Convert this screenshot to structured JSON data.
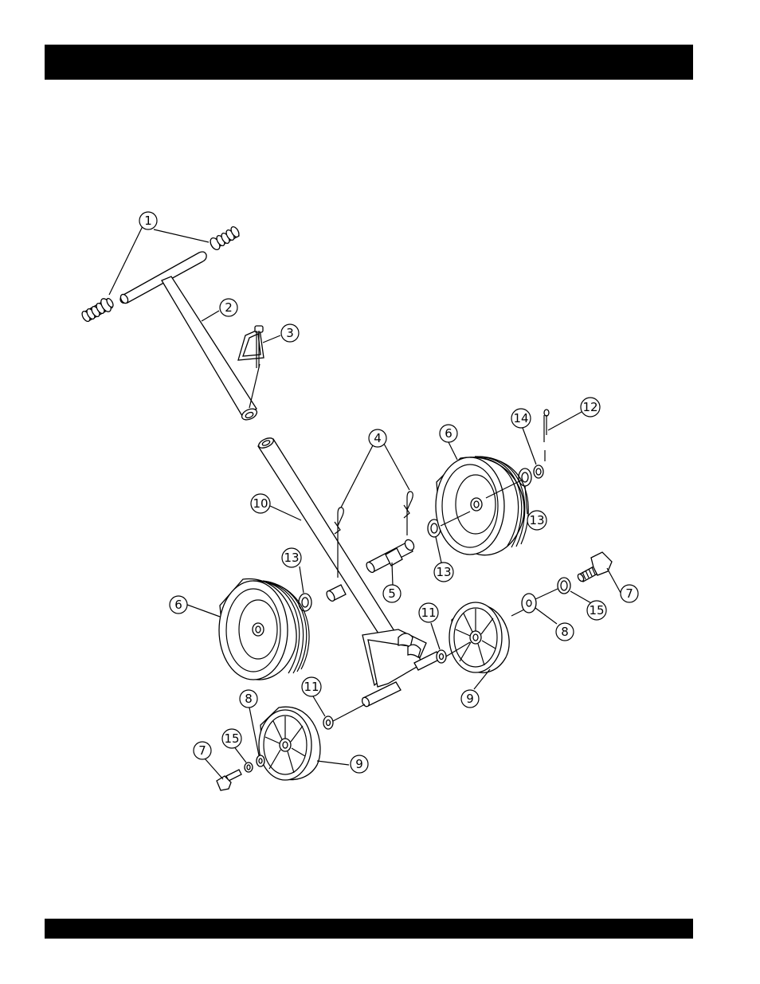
{
  "header_bar_color": "#000000",
  "footer_bar_color": "#000000",
  "callouts": [
    {
      "id": "c1",
      "label": "1"
    },
    {
      "id": "c2",
      "label": "2"
    },
    {
      "id": "c3",
      "label": "3"
    },
    {
      "id": "c4",
      "label": "4"
    },
    {
      "id": "c5",
      "label": "5"
    },
    {
      "id": "c6a",
      "label": "6"
    },
    {
      "id": "c6b",
      "label": "6"
    },
    {
      "id": "c7a",
      "label": "7"
    },
    {
      "id": "c7b",
      "label": "7"
    },
    {
      "id": "c8a",
      "label": "8"
    },
    {
      "id": "c8b",
      "label": "8"
    },
    {
      "id": "c9a",
      "label": "9"
    },
    {
      "id": "c9b",
      "label": "9"
    },
    {
      "id": "c10",
      "label": "10"
    },
    {
      "id": "c11a",
      "label": "11"
    },
    {
      "id": "c11b",
      "label": "11"
    },
    {
      "id": "c12",
      "label": "12"
    },
    {
      "id": "c13a",
      "label": "13"
    },
    {
      "id": "c13b",
      "label": "13"
    },
    {
      "id": "c13c",
      "label": "13"
    },
    {
      "id": "c14",
      "label": "14"
    },
    {
      "id": "c15a",
      "label": "15"
    },
    {
      "id": "c15b",
      "label": "15"
    }
  ]
}
